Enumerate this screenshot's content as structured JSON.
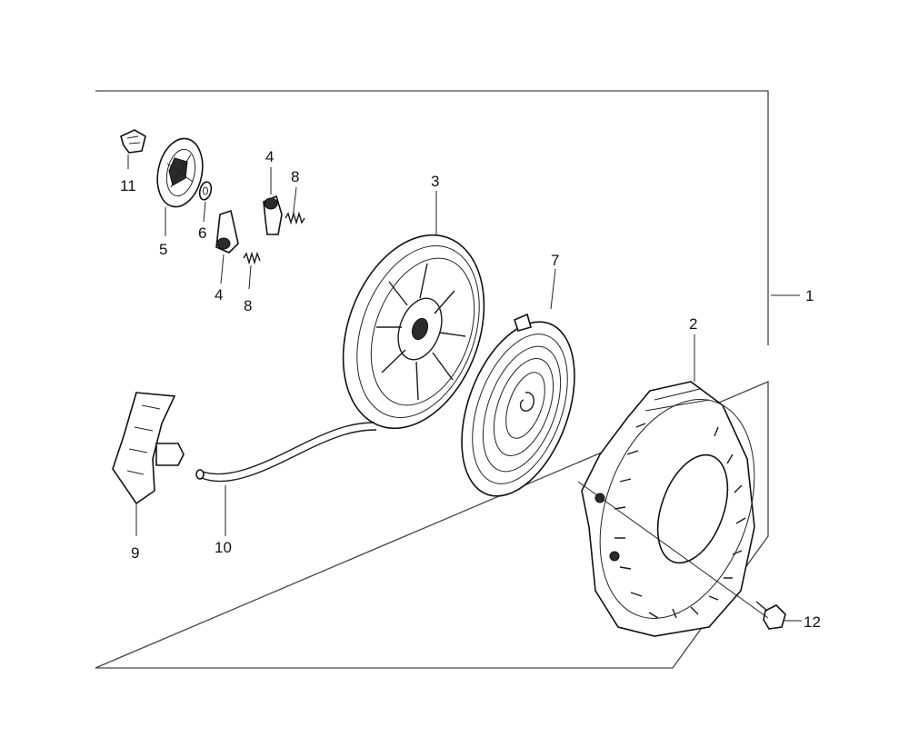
{
  "callouts": [
    {
      "id": "c1",
      "text": "1"
    },
    {
      "id": "c2",
      "text": "2"
    },
    {
      "id": "c3",
      "text": "3"
    },
    {
      "id": "c4a",
      "text": "4"
    },
    {
      "id": "c4b",
      "text": "4"
    },
    {
      "id": "c5",
      "text": "5"
    },
    {
      "id": "c6",
      "text": "6"
    },
    {
      "id": "c7",
      "text": "7"
    },
    {
      "id": "c8a",
      "text": "8"
    },
    {
      "id": "c8b",
      "text": "8"
    },
    {
      "id": "c9",
      "text": "9"
    },
    {
      "id": "c10",
      "text": "10"
    },
    {
      "id": "c11",
      "text": "11"
    },
    {
      "id": "c12",
      "text": "12"
    }
  ]
}
